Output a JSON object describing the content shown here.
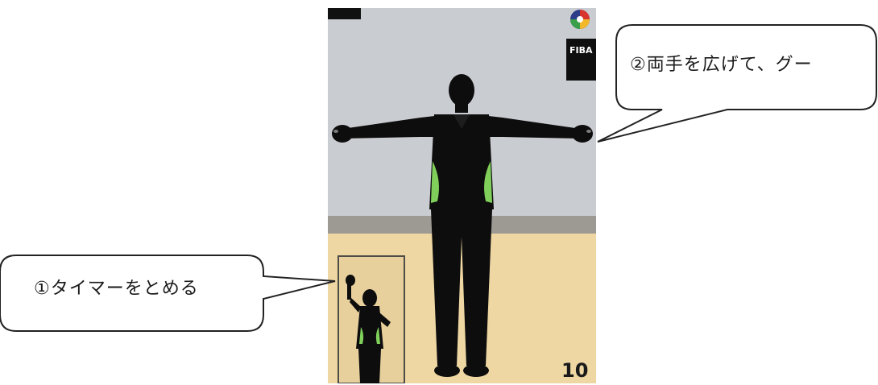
{
  "callouts": [
    {
      "text": "①タイマーをとめる"
    },
    {
      "text": "②両手を広げて、グー"
    }
  ],
  "illustration": {
    "subject": "referee silhouette with arms extended and fists closed",
    "inset_subject": "referee silhouette with one arm raised",
    "logo": "FIBA",
    "frame_number": "10"
  },
  "colors": {
    "wall": "#c9ccd1",
    "baseboard": "#9d9a94",
    "floor": "#eed7a2",
    "silhouette": "#0d0d0d",
    "accent_green": "#7fcf5a"
  }
}
